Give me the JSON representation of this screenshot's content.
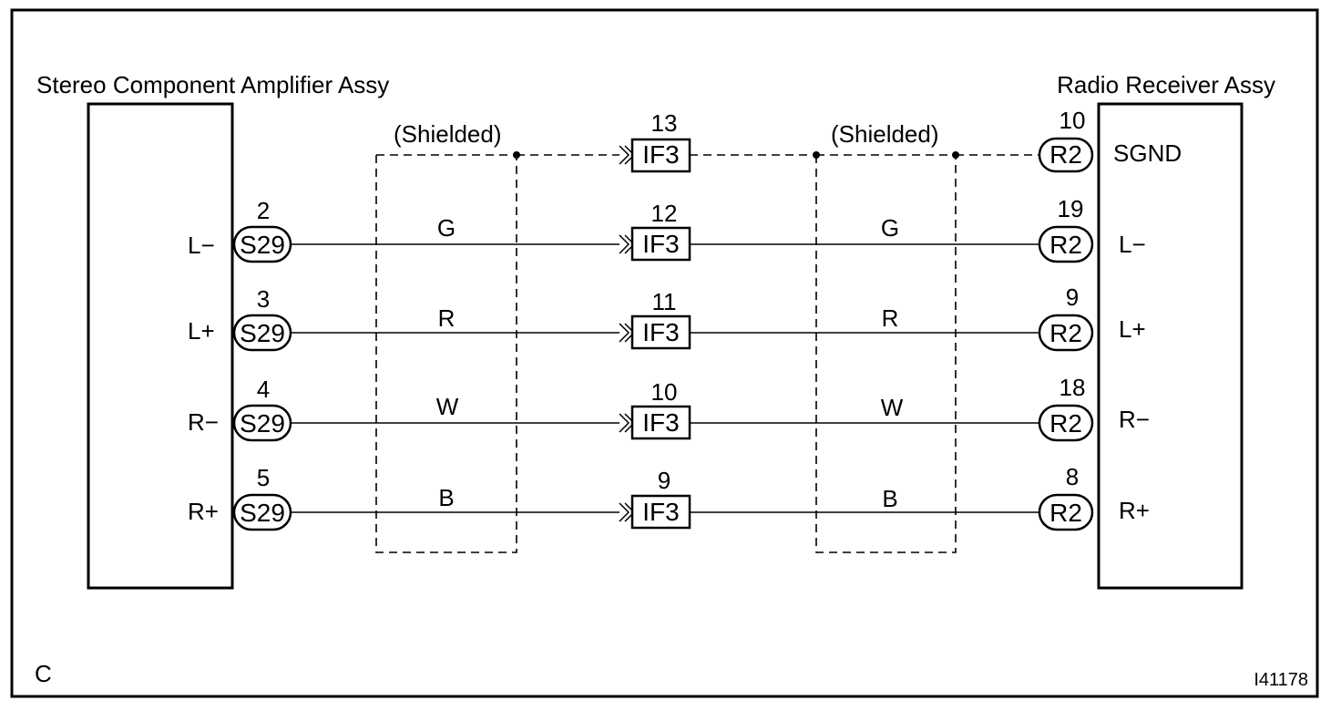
{
  "corner_label": "C",
  "figure_id": "I41178",
  "left_component": {
    "title": "Stereo Component Amplifier Assy",
    "connector": "S29",
    "pins": [
      {
        "pin": "2",
        "signal": "L−"
      },
      {
        "pin": "3",
        "signal": "L+"
      },
      {
        "pin": "4",
        "signal": "R−"
      },
      {
        "pin": "5",
        "signal": "R+"
      }
    ]
  },
  "right_component": {
    "title": "Radio Receiver Assy",
    "connector": "R2",
    "pins": [
      {
        "pin": "10",
        "signal": "SGND"
      },
      {
        "pin": "19",
        "signal": "L−"
      },
      {
        "pin": "9",
        "signal": "L+"
      },
      {
        "pin": "18",
        "signal": "R−"
      },
      {
        "pin": "8",
        "signal": "R+"
      }
    ]
  },
  "junction_connector": {
    "name": "IF3",
    "pins": [
      "13",
      "12",
      "11",
      "10",
      "9"
    ]
  },
  "shield_label": "(Shielded)",
  "wire_colors": [
    "G",
    "R",
    "W",
    "B"
  ]
}
